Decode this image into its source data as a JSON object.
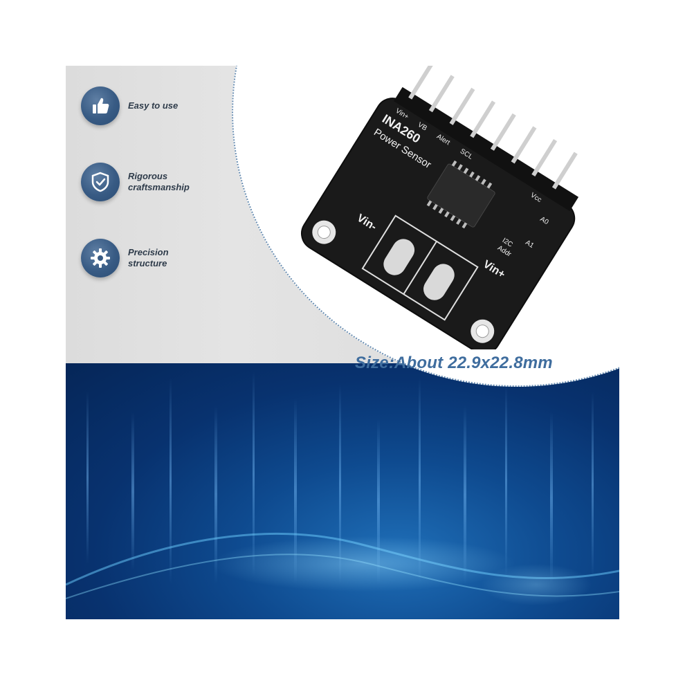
{
  "features": [
    {
      "icon": "thumbs-up-icon",
      "lines": [
        "Easy to use"
      ]
    },
    {
      "icon": "shield-check-icon",
      "lines": [
        "Rigorous",
        "craftsmanship"
      ]
    },
    {
      "icon": "gear-icon",
      "lines": [
        "Precision",
        "structure"
      ]
    }
  ],
  "size_label": "Size:About 22.9x22.8mm",
  "board": {
    "title": "INA260",
    "subtitle": "Power Sensor",
    "pins": [
      "Vin+",
      "VB",
      "Alert",
      "SCL",
      "Vcc",
      "A0",
      "A1",
      "I2C",
      "Addr"
    ],
    "terminal_plus": "Vin+",
    "terminal_minus": "Vin-"
  },
  "colors": {
    "icon_circle": "#385b84",
    "size_text": "#3f6d9e",
    "background_blue": "#0e4a8f",
    "pcb": "#1a1a1a"
  }
}
